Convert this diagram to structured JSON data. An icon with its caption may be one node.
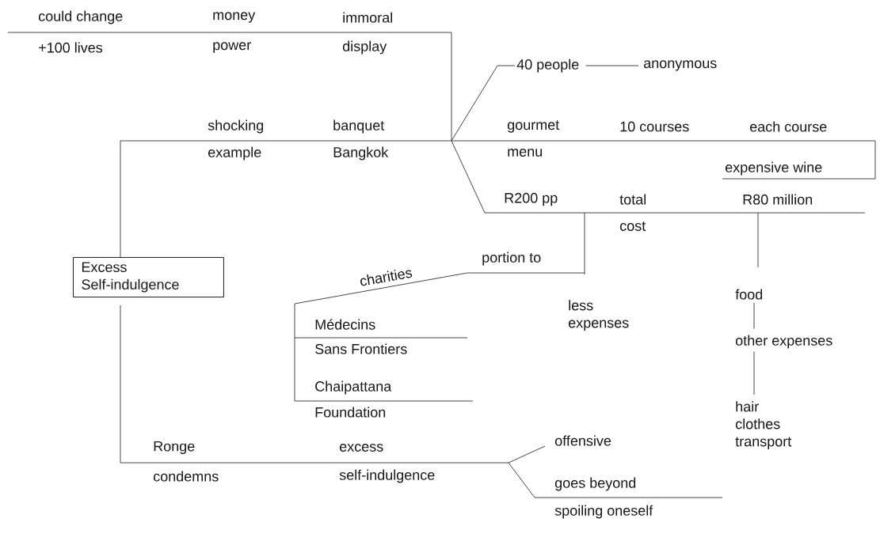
{
  "diagram": {
    "nodes": [
      {
        "text": [
          "Excess Self-indulgence"
        ]
      },
      {
        "text": [
          "40 people"
        ]
      },
      {
        "text": [
          "anonymous"
        ]
      },
      {
        "text": [
          "food"
        ]
      },
      {
        "text": [
          "other expenses"
        ]
      },
      {
        "text": [
          "hair clothes transport"
        ]
      }
    ],
    "edges": [
      {
        "from": 0,
        "to": 1,
        "arrow": "none"
      },
      {
        "from": 1,
        "to": 2,
        "arrow": "none"
      },
      {
        "from": 3,
        "to": 4,
        "arrow": "none"
      },
      {
        "from": 4,
        "to": 5,
        "arrow": "none"
      }
    ],
    "labels": [
      "could change",
      "money",
      "immoral",
      "+100 lives",
      "power",
      "display",
      "shocking",
      "banquet",
      "example",
      "Bangkok",
      "gourmet",
      "10 courses",
      "each course",
      "menu",
      "expensive wine",
      "R200 pp",
      "total",
      "R80 million",
      "cost",
      "portion to",
      "charities",
      "less expenses",
      "Médecins",
      "Sans Frontiers",
      "Chaipattana",
      "Foundation",
      "offensive",
      "Ronge",
      "excess",
      "goes beyond",
      "condemns",
      "self-indulgence",
      "spoiling oneself"
    ]
  }
}
